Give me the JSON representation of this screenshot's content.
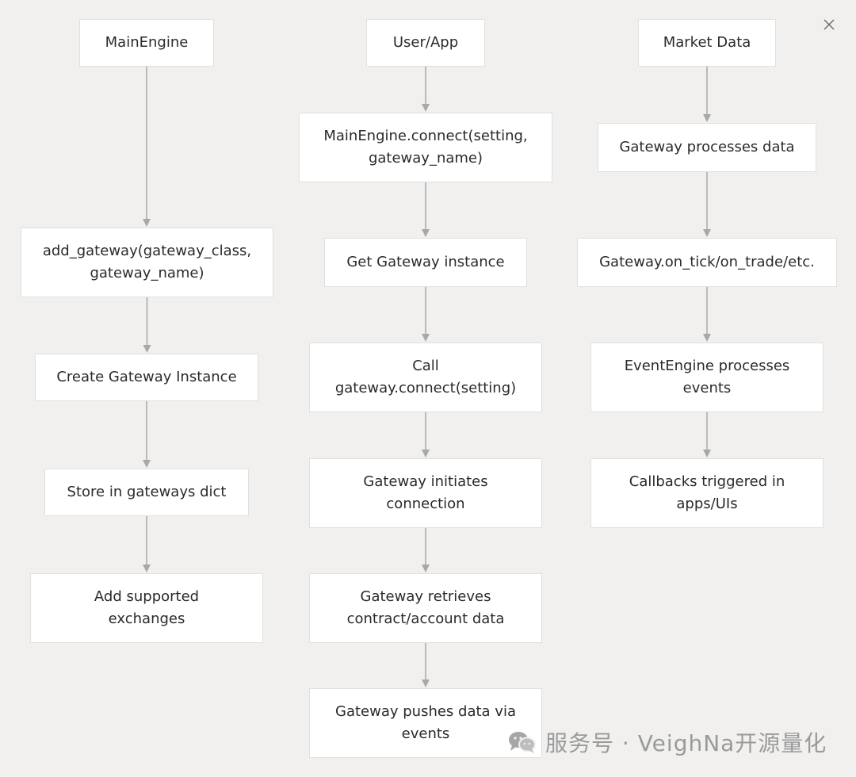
{
  "columns": [
    {
      "header": "MainEngine",
      "steps": [
        "add_gateway(gateway_class,\ngateway_name)",
        "Create Gateway Instance",
        "Store in gateways dict",
        "Add supported\nexchanges"
      ]
    },
    {
      "header": "User/App",
      "steps": [
        "MainEngine.connect(setting,\ngateway_name)",
        "Get Gateway instance",
        "Call\ngateway.connect(setting)",
        "Gateway initiates\nconnection",
        "Gateway retrieves\ncontract/account data",
        "Gateway pushes data via\nevents"
      ]
    },
    {
      "header": "Market Data",
      "steps": [
        "Gateway processes data",
        "Gateway.on_tick/on_trade/etc.",
        "EventEngine processes\nevents",
        "Callbacks triggered in\napps/UIs"
      ]
    }
  ],
  "watermark": {
    "text": "服务号 · VeighNa开源量化"
  },
  "colors": {
    "background": "#f1f0ef",
    "node_fill": "#ffffff",
    "node_border": "#e1e0df",
    "connector": "#a8a8a8",
    "text": "#2a2a2a",
    "watermark": "#9a9a9a"
  },
  "icons": {
    "close": "close-icon",
    "watermark": "wechat-icon"
  }
}
